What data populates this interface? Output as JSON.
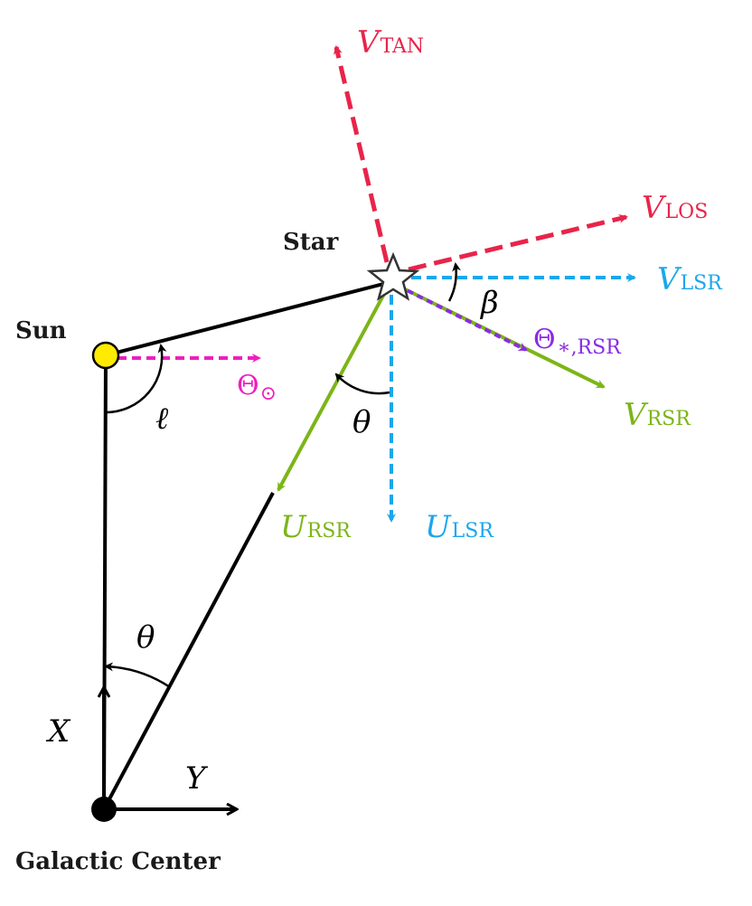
{
  "labels": {
    "sun": "Sun",
    "star": "Star",
    "galactic_center": "Galactic Center"
  },
  "vectors": {
    "v_tan": {
      "symbol": "V",
      "sub": "TAN"
    },
    "v_los": {
      "symbol": "V",
      "sub": "LOS"
    },
    "v_lsr": {
      "symbol": "V",
      "sub": "LSR"
    },
    "v_rsr": {
      "symbol": "V",
      "sub": "RSR"
    },
    "u_rsr": {
      "symbol": "U",
      "sub": "RSR"
    },
    "u_lsr": {
      "symbol": "U",
      "sub": "LSR"
    },
    "theta_star_rsr": {
      "symbol": "Θ",
      "sub": "∗,RSR"
    },
    "theta_sun": {
      "symbol": "Θ",
      "sub": "⊙"
    }
  },
  "angles": {
    "ell": "ℓ",
    "beta": "β",
    "theta_star": "θ",
    "theta_gc": "θ"
  },
  "axes": {
    "x": "X",
    "y": "Y"
  },
  "colors": {
    "red": "#e8244a",
    "blue": "#1aa7ec",
    "green": "#7cb518",
    "magenta": "#ee1fbf",
    "purple": "#8a2be2",
    "black": "#000000",
    "sun_fill": "#ffeb00"
  }
}
